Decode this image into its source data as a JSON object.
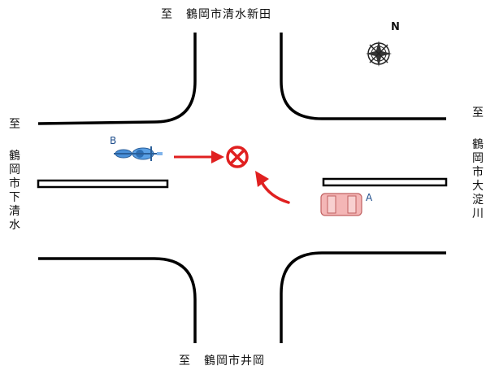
{
  "labels": {
    "top": {
      "prefix": "至",
      "place": "鶴岡市清水新田"
    },
    "bottom": {
      "prefix": "至",
      "place": "鶴岡市井岡"
    },
    "left": {
      "prefix": "至",
      "place": [
        "鶴",
        "岡",
        "市",
        "下",
        "清",
        "水"
      ]
    },
    "right": {
      "prefix": "至",
      "place": [
        "鶴",
        "岡",
        "市",
        "大",
        "淀",
        "川"
      ]
    },
    "north": "N"
  },
  "vehicles": {
    "b": {
      "label": "B",
      "type": "motorcycle",
      "color": "#4a90d9"
    },
    "a": {
      "label": "A",
      "type": "car",
      "color": "#f4b6b6"
    }
  },
  "marks": {
    "collision_icon": "collision-point-icon",
    "arrow_color": "#e02020"
  }
}
